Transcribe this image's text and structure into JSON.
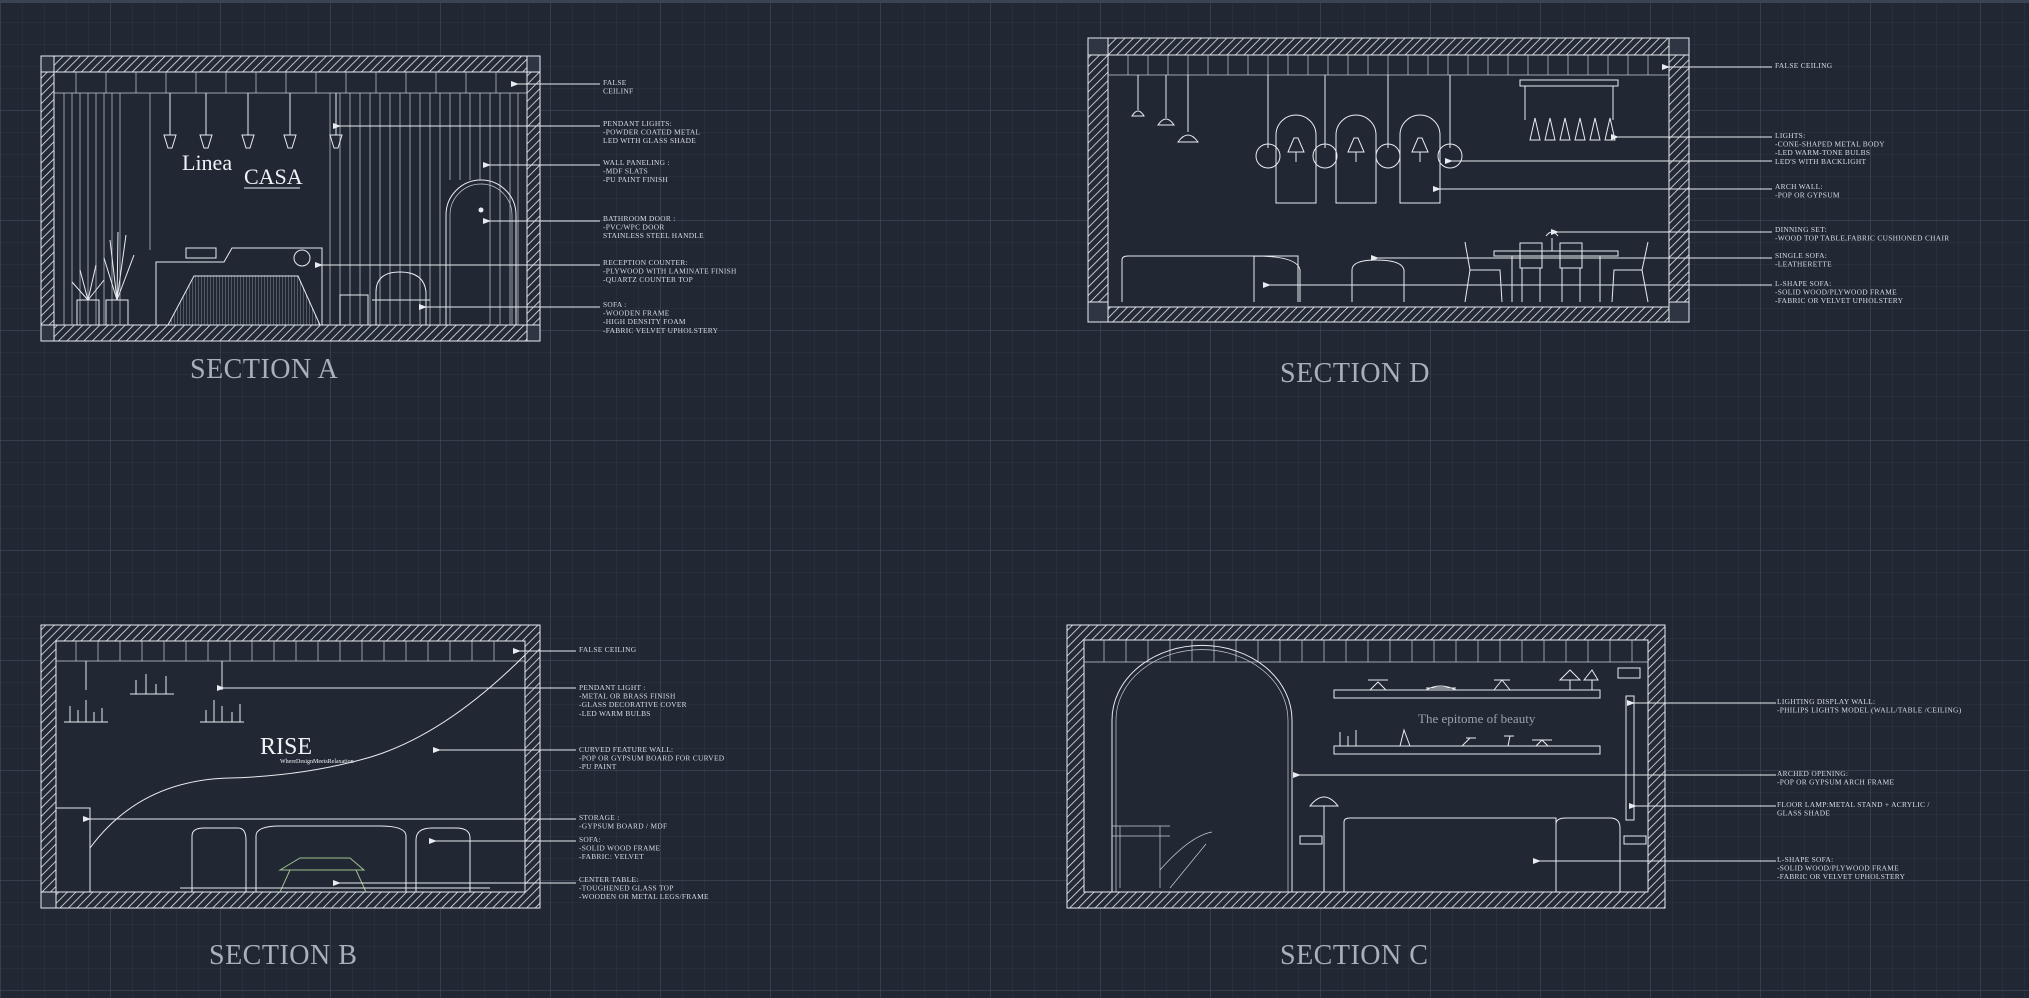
{
  "sections": [
    {
      "id": "a",
      "title": "SECTION A",
      "signage": [
        "Linea",
        "CASA"
      ],
      "annotations": [
        [
          "FALSE",
          "CEILINF"
        ],
        [
          "PENDANT LIGHTS:",
          "-POWDER COATED METAL",
          "LED WITH GLASS SHADE"
        ],
        [
          "WALL PANELING :",
          "-MDF SLATS",
          "-PU PAINT FINISH"
        ],
        [
          "BATHROOM DOOR :",
          "-PVC/WPC DOOR",
          "STAINLESS STEEL HANDLE"
        ],
        [
          "RECEPTION COUNTER:",
          "-PLYWOOD WITH LAMINATE FINISH",
          "-QUARTZ COUNTER TOP"
        ],
        [
          "SOFA :",
          "-WOODEN FRAME",
          "-HIGH DENSITY FOAM",
          "-FABRIC VELVET UPHOLSTERY"
        ]
      ]
    },
    {
      "id": "d",
      "title": "SECTION D",
      "annotations": [
        [
          "FALSE CEILING"
        ],
        [
          "LIGHTS:",
          "-CONE-SHAPED METAL BODY",
          "-LED WARM-TONE BULBS",
          "LED'S WITH BACKLIGHT"
        ],
        [
          "ARCH WALL:",
          "-POP OR GYPSUM"
        ],
        [
          "DINNING SET:",
          "-WOOD TOP TABLE,FABRIC CUSHIONED CHAIR"
        ],
        [
          "SINGLE SOFA:",
          "-LEATHERETTE"
        ],
        [
          "L-SHAPE SOFA:",
          "-SOLID WOOD/PLYWOOD FRAME",
          "-FABRIC OR VELVET UPHOLSTERY"
        ]
      ]
    },
    {
      "id": "b",
      "title": "SECTION B",
      "signage": [
        "RISE",
        "WhereDesignMeetsRelaxation"
      ],
      "annotations": [
        [
          "FALSE CEILING"
        ],
        [
          "PENDANT LIGHT :",
          "-METAL OR BRASS FINISH",
          "-GLASS DECORATIVE COVER",
          "-LED WARM BULBS"
        ],
        [
          "CURVED FEATURE WALL:",
          "-POP OR GYPSUM BOARD FOR CURVED",
          "-PU PAINT"
        ],
        [
          "STORAGE :",
          "-GYPSUM BOARD / MDF"
        ],
        [
          "SOFA:",
          "-SOLID WOOD FRAME",
          "-FABRIC:   VELVET"
        ],
        [
          "CENTER TABLE:",
          "-TOUGHENED GLASS TOP",
          "-WOODEN OR METAL LEGS/FRAME"
        ]
      ]
    },
    {
      "id": "c",
      "title": "SECTION C",
      "signage": [
        "The epitome of beauty"
      ],
      "annotations": [
        [
          "LIGHTING DISPLAY WALL:",
          "-PHILIPS LIGHTS MODEL (WALL/TABLE /CEILING)"
        ],
        [
          "ARCHED OPENING:",
          "-POP OR GYPSUM ARCH FRAME"
        ],
        [
          "FLOOR LAMP:METAL STAND + ACRYLIC /",
          "GLASS SHADE"
        ],
        [
          "L-SHAPE SOFA:",
          "-SOLID WOOD/PLYWOOD FRAME",
          "-FABRIC OR VELVET UPHOLSTERY"
        ]
      ]
    }
  ]
}
